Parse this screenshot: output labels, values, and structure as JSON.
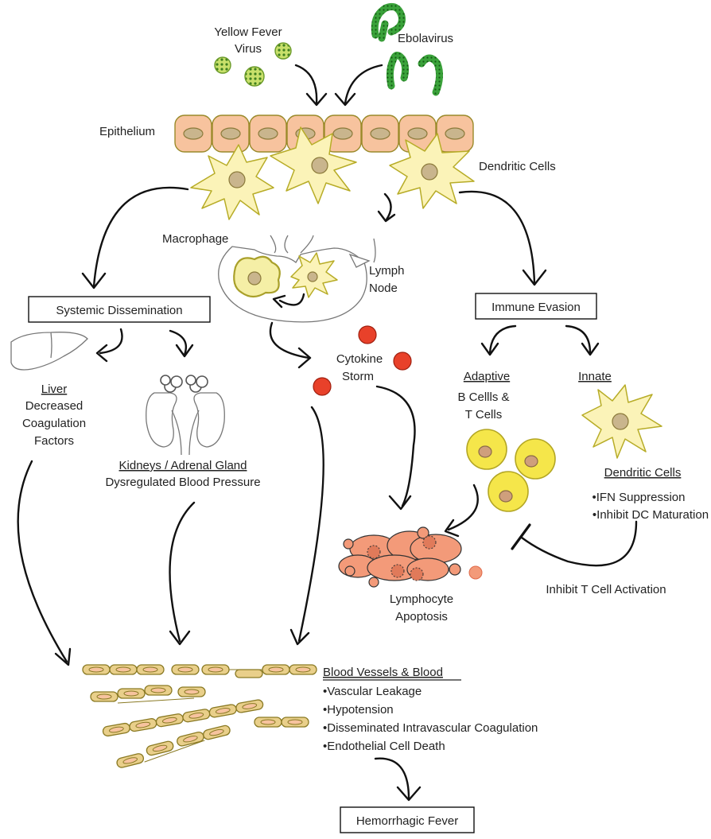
{
  "labels": {
    "yellow_fever": [
      "Yellow Fever",
      "Virus"
    ],
    "ebolavirus": "Ebolavirus",
    "epithelium": "Epithelium",
    "dendritic_cells_top": "Dendritic Cells",
    "macrophage": "Macrophage",
    "lymph_node": [
      "Lymph",
      "Node"
    ],
    "cytokine_storm": [
      "Cytokine",
      "Storm"
    ],
    "systemic_dissemination": "Systemic Dissemination",
    "immune_evasion": "Immune Evasion",
    "liver": [
      "Liver",
      "Decreased",
      "Coagulation",
      "Factors"
    ],
    "kidneys": [
      "Kidneys / Adrenal Gland",
      "Dysregulated Blood Pressure"
    ],
    "adaptive": "Adaptive",
    "innate": "Innate",
    "b_t_cells": [
      "B Cellls &",
      "T Cells"
    ],
    "dendritic_cells_innate": "Dendritic Cells",
    "innate_items": [
      "•IFN Suppression",
      "•Inhibit DC Maturation"
    ],
    "lymphocyte_apoptosis": [
      "Lymphocyte",
      "Apoptosis"
    ],
    "inhibit_t_cell": "Inhibit T Cell Activation",
    "blood_vessels_title": "Blood Vessels & Blood",
    "blood_vessels_items": [
      "•Vascular Leakage",
      "•Hypotension",
      "•Disseminated Intravascular Coagulation",
      "•Endothelial Cell Death"
    ],
    "hemorrhagic_fever": "Hemorrhagic Fever"
  },
  "colors": {
    "epithelium": "#f7c39e",
    "dendritic": "#fbf3b8",
    "virus_green": "#5aa02c",
    "cytokine_red": "#e8412a",
    "lymphocyte_yellow": "#f5e64a",
    "apoptosis_salmon": "#f39a79"
  }
}
